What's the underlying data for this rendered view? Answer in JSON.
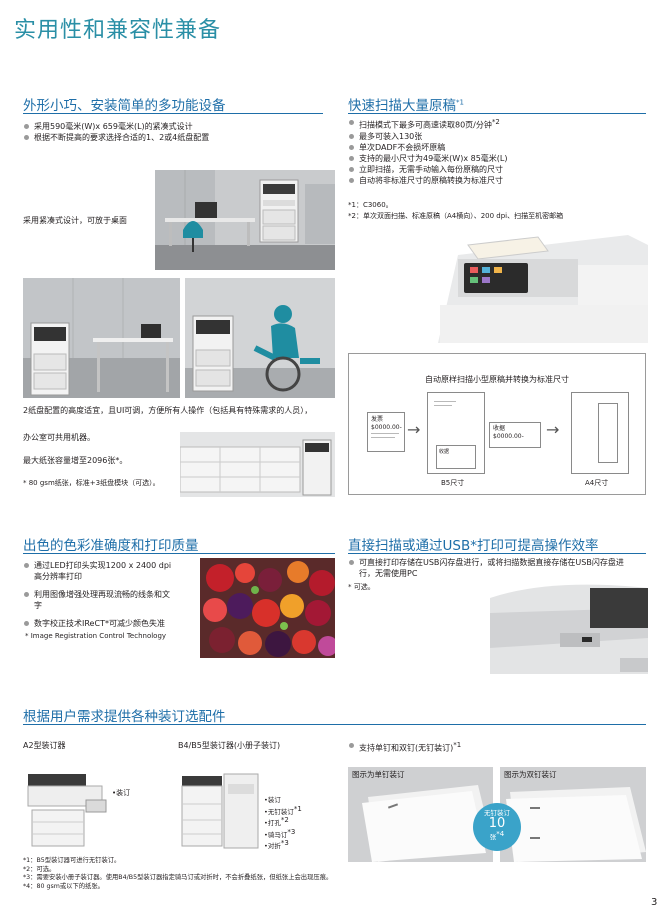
{
  "page": {
    "title": "实用性和兼容性兼备",
    "page_number": "3"
  },
  "sec1": {
    "title": "外形小巧、安装简单的多功能设备",
    "bullets": [
      "采用590毫米(W)x 659毫米(L)的紧凑式设计",
      "根据不断提高的要求选择合适的1、2或4纸盘配置"
    ],
    "caption_compact": "采用紧凑式设计，可放于桌面",
    "caption_2tray": "2纸盘配置的高度适宜，且UI可调，方便所有人操作（包括具有特殊需求的人员），",
    "caption_shared": "办公室可共用机器。",
    "capacity_text": "最大纸张容量增至2096张*。",
    "footnote": "* 80 gsm纸张，标准+3纸盘模块（可选）。"
  },
  "sec2": {
    "title": "快速扫描大量原稿",
    "title_sup": "*1",
    "bullets": [
      {
        "text": "扫描模式下最多可高速读取80页/分钟",
        "sup": "*2"
      },
      {
        "text": "最多可装入130张",
        "sup": ""
      },
      {
        "text": "单次DADF不会损坏原稿",
        "sup": ""
      },
      {
        "text": "支持的最小尺寸为49毫米(W)x 85毫米(L)",
        "sup": ""
      },
      {
        "text": "立即扫描，无需手动输入每份原稿的尺寸",
        "sup": ""
      },
      {
        "text": "自动将非标准尺寸的原稿转换为标准尺寸",
        "sup": ""
      }
    ],
    "notes": [
      "*1：C3060。",
      "*2：单次双面扫描、标准原稿（A4横向）、200 dpi、扫描至机密邮箱"
    ],
    "diagram": {
      "title": "自动原样扫描小型原稿并转换为标准尺寸",
      "receipt_label": "发票",
      "receipt_amount": "$0000.00-",
      "receipt2_label": "收据",
      "receipt2_amount": "$0000.00-",
      "b5_label": "B5尺寸",
      "a4_label": "A4尺寸",
      "arrow": "→"
    }
  },
  "sec3": {
    "title": "出色的色彩准确度和打印质量",
    "bullets": [
      "通过LED打印头实现1200 x 2400 dpi高分辨率打印",
      "利用图像增强处理再现流畅的线条和文字",
      "数字校正技术IReCT*可减少颜色失准"
    ],
    "footnote": "* Image Registration Control Technology"
  },
  "sec4": {
    "title": "直接扫描或通过USB*打印可提高操作效率",
    "bullets": [
      "可直接打印存储在USB闪存盘进行，或将扫描数据直接存储在USB闪存盘进行，无需使用PC"
    ],
    "footnote": "* 可选。"
  },
  "sec5": {
    "title": "根据用户需求提供各种装订选配件",
    "a2_label": "A2型装订器",
    "b4_label": "B4/B5型装订器(小册子装订)",
    "support_label": "支持单钉和双钉(无钉装订)",
    "support_sup": "*1",
    "a2_callout": "•装订",
    "b4_callouts": [
      {
        "text": "•装订",
        "sup": ""
      },
      {
        "text": "•无钉装订",
        "sup": "*1"
      },
      {
        "text": "•打孔",
        "sup": "*2"
      },
      {
        "text": "•骑马订",
        "sup": "*3"
      },
      {
        "text": "•对折",
        "sup": "*3"
      }
    ],
    "single_label": "图示为单钉装订",
    "double_label": "图示为双钉装订",
    "badge_line1": "无钉装订",
    "badge_num": "10",
    "badge_unit": "张",
    "badge_sup": "*4",
    "notes": [
      "*1：B5型装订器可进行无钉装订。",
      "*2：可选。",
      "*3：需要安装小册子装订器。使用B4/B5型装订器指定骑马订或对折时，不会折叠纸张，但纸张上会出现压痕。",
      "*4：80 gsm或以下的纸张。"
    ]
  },
  "colors": {
    "heading_blue": "#1e6ea8",
    "title_teal": "#2a8fa6",
    "badge_blue": "#3aa3c9"
  }
}
